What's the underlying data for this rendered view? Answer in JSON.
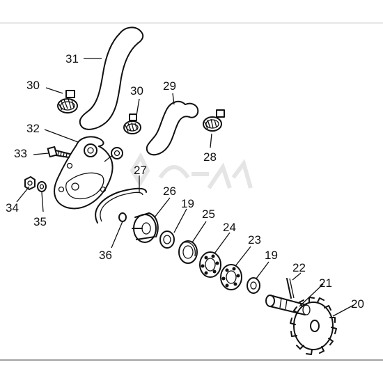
{
  "diagram": {
    "part_labels": [
      {
        "id": "p31",
        "text": "31"
      },
      {
        "id": "p30a",
        "text": "30"
      },
      {
        "id": "p30b",
        "text": "30"
      },
      {
        "id": "p29",
        "text": "29"
      },
      {
        "id": "p32",
        "text": "32"
      },
      {
        "id": "p33",
        "text": "33"
      },
      {
        "id": "p28",
        "text": "28"
      },
      {
        "id": "p27",
        "text": "27"
      },
      {
        "id": "p26",
        "text": "26"
      },
      {
        "id": "p19a",
        "text": "19"
      },
      {
        "id": "p25",
        "text": "25"
      },
      {
        "id": "p34",
        "text": "34"
      },
      {
        "id": "p35",
        "text": "35"
      },
      {
        "id": "p24",
        "text": "24"
      },
      {
        "id": "p23",
        "text": "23"
      },
      {
        "id": "p36",
        "text": "36"
      },
      {
        "id": "p19b",
        "text": "19"
      },
      {
        "id": "p22",
        "text": "22"
      },
      {
        "id": "p21",
        "text": "21"
      },
      {
        "id": "p20",
        "text": "20"
      }
    ],
    "colors": {
      "line": "#111111",
      "accent": "#7fd6ea",
      "background": "#ffffff"
    }
  }
}
